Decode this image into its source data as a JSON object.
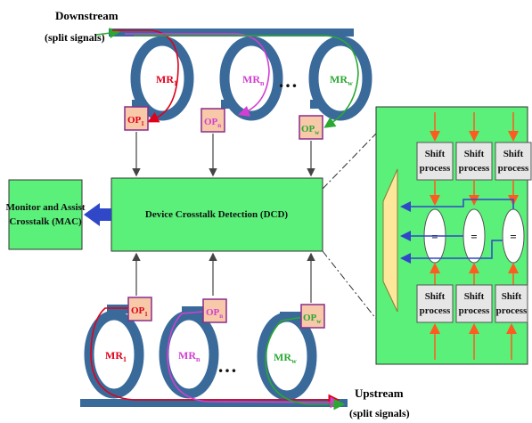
{
  "labels": {
    "downstream": "Downstream",
    "split_signals": "(split signals)",
    "upstream": "Upstream",
    "dcd": "Device Crosstalk Detection (DCD)",
    "mac_line1": "Monitor and Assist",
    "mac_line2": "Crosstalk (MAC)",
    "dots": "…",
    "shift_line1": "Shift",
    "shift_line2": "process",
    "compare": "="
  },
  "rings": {
    "mr_prefix": "MR",
    "op_prefix": "OP",
    "subscripts": [
      "1",
      "n",
      "w"
    ]
  },
  "colors": {
    "ring1": "#e0001a",
    "ringn": "#d23fd2",
    "ringw": "#2aa832",
    "dcd_fill": "#5af07a",
    "op_fill": "#f7c9a8",
    "op_border": "#8a2c8a",
    "waveguide": "#3a6a9a",
    "arrow_blue": "#3047c8",
    "shift_fill": "#e6e6e6",
    "orange": "#ff5a1f"
  }
}
